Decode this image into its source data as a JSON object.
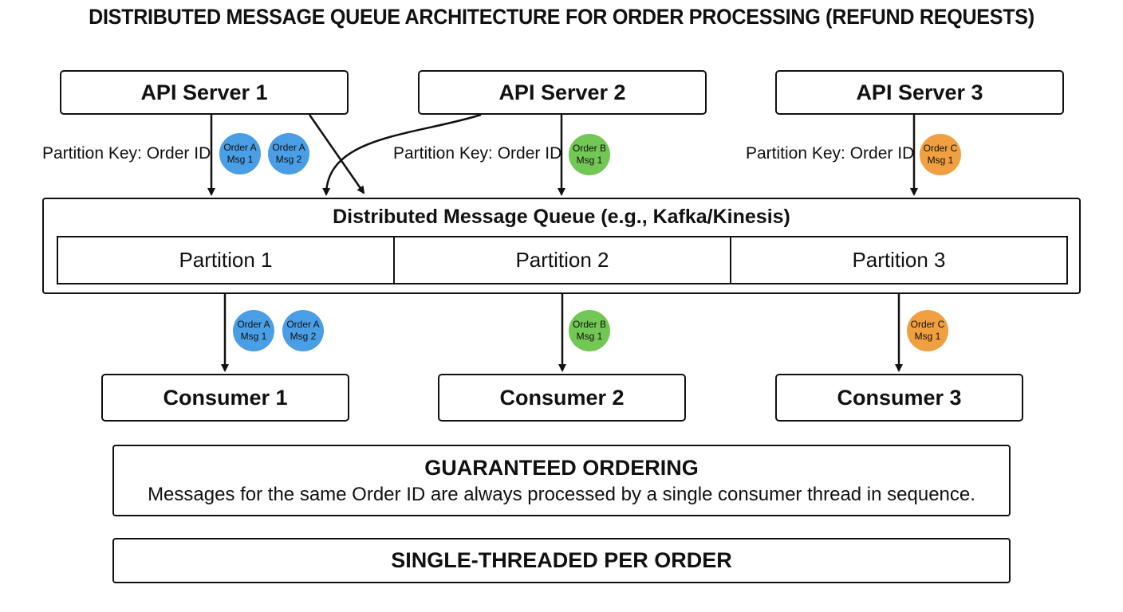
{
  "title": "DISTRIBUTED MESSAGE QUEUE ARCHITECTURE FOR ORDER PROCESSING (REFUND REQUESTS)",
  "servers": [
    {
      "label": "API Server 1"
    },
    {
      "label": "API Server 2"
    },
    {
      "label": "API Server 3"
    }
  ],
  "partition_key_label": "Partition Key: Order ID",
  "messages": {
    "a1": {
      "line1": "Order A",
      "line2": "Msg 1"
    },
    "a2": {
      "line1": "Order A",
      "line2": "Msg 2"
    },
    "b1": {
      "line1": "Order B",
      "line2": "Msg 1"
    },
    "c1": {
      "line1": "Order C",
      "line2": "Msg 1"
    }
  },
  "queue": {
    "title": "Distributed Message Queue (e.g., Kafka/Kinesis)",
    "partitions": [
      {
        "label": "Partition 1"
      },
      {
        "label": "Partition 2"
      },
      {
        "label": "Partition 3"
      }
    ]
  },
  "consumers": [
    {
      "label": "Consumer 1"
    },
    {
      "label": "Consumer 2"
    },
    {
      "label": "Consumer 3"
    }
  ],
  "guarantee": {
    "title": "GUARANTEED ORDERING",
    "description": "Messages for the same Order ID are always processed by a single consumer thread in sequence."
  },
  "footer": "SINGLE-THREADED PER ORDER",
  "colors": {
    "order_a": "#4a9ee6",
    "order_b": "#73c755",
    "order_c": "#f0a040"
  }
}
